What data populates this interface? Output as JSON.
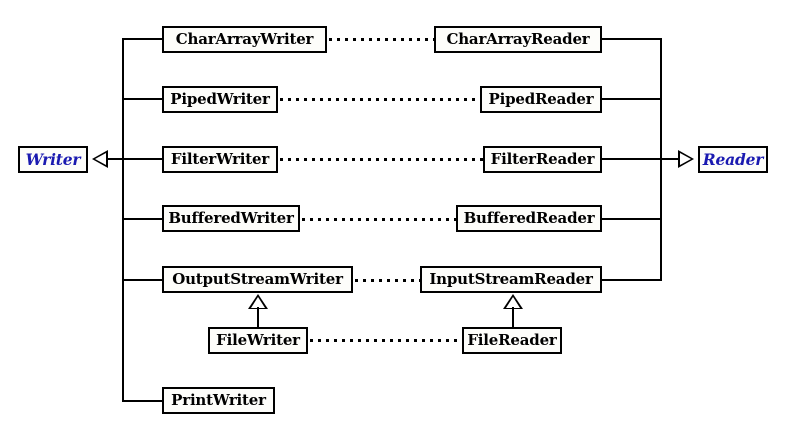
{
  "diagram": {
    "type": "uml-class-hierarchy",
    "title": "Java character stream Writer/Reader class hierarchy",
    "background_color": "#ffffff",
    "line_color": "#000000",
    "abstract_text_color": "#1a1ab0",
    "concrete_text_color": "#000000",
    "box_fill_color": "#fdfdfa"
  },
  "roots": {
    "writer": {
      "label": "Writer",
      "abstract": true
    },
    "reader": {
      "label": "Reader",
      "abstract": true
    }
  },
  "writer_subclasses": [
    {
      "label": "CharArrayWriter"
    },
    {
      "label": "PipedWriter"
    },
    {
      "label": "FilterWriter"
    },
    {
      "label": "BufferedWriter"
    },
    {
      "label": "OutputStreamWriter"
    },
    {
      "label": "PrintWriter"
    }
  ],
  "writer_leaf": {
    "label": "FileWriter",
    "parent": "OutputStreamWriter"
  },
  "reader_subclasses": [
    {
      "label": "CharArrayReader"
    },
    {
      "label": "PipedReader"
    },
    {
      "label": "FilterReader"
    },
    {
      "label": "BufferedReader"
    },
    {
      "label": "InputStreamReader"
    }
  ],
  "reader_leaf": {
    "label": "FileReader",
    "parent": "InputStreamReader"
  },
  "pairings": [
    {
      "writer": "CharArrayWriter",
      "reader": "CharArrayReader"
    },
    {
      "writer": "PipedWriter",
      "reader": "PipedReader"
    },
    {
      "writer": "FilterWriter",
      "reader": "FilterReader"
    },
    {
      "writer": "BufferedWriter",
      "reader": "BufferedReader"
    },
    {
      "writer": "OutputStreamWriter",
      "reader": "InputStreamReader"
    },
    {
      "writer": "FileWriter",
      "reader": "FileReader"
    }
  ]
}
